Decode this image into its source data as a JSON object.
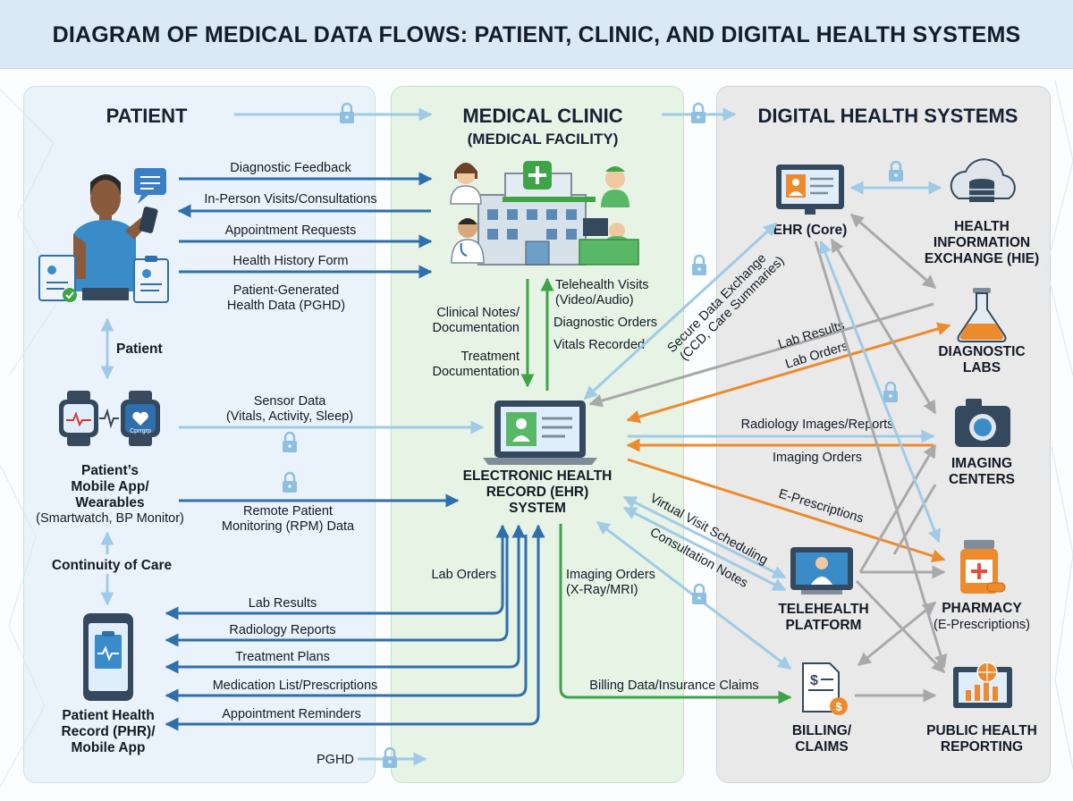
{
  "title": "DIAGRAM OF MEDICAL DATA FLOWS: PATIENT, CLINIC, AND DIGITAL HEALTH SYSTEMS",
  "columns": {
    "patient": "PATIENT",
    "clinic_line1": "MEDICAL CLINIC",
    "clinic_line2": "(MEDICAL FACILITY)",
    "digital": "DIGITAL HEALTH SYSTEMS"
  },
  "patient_nodes": {
    "patient_label": "Patient",
    "wearable_l1": "Patient’s",
    "wearable_l2": "Mobile App/",
    "wearable_l3": "Wearables",
    "wearable_l4": "(Smartwatch, BP Monitor)",
    "watch_text": "Cprrgrp",
    "continuity": "Continuity of Care",
    "phr_l1": "Patient Health",
    "phr_l2": "Record (PHR)/",
    "phr_l3": "Mobile App"
  },
  "clinic_nodes": {
    "ehr_l1": "ELECTRONIC HEALTH",
    "ehr_l2": "RECORD (EHR)",
    "ehr_l3": "SYSTEM"
  },
  "digital_nodes": {
    "ehr_core": "EHR (Core)",
    "hie_l1": "HEALTH",
    "hie_l2": "INFORMATION",
    "hie_l3": "EXCHANGE (HIE)",
    "labs_l1": "DIAGNOSTIC",
    "labs_l2": "LABS",
    "imaging_l1": "IMAGING",
    "imaging_l2": "CENTERS",
    "pharmacy_l1": "PHARMACY",
    "pharmacy_l2": "(E-Prescriptions)",
    "tele_l1": "TELEHEALTH",
    "tele_l2": "PLATFORM",
    "billing_l1": "BILLING/",
    "billing_l2": "CLAIMS",
    "public_l1": "PUBLIC HEALTH",
    "public_l2": "REPORTING"
  },
  "flows": {
    "diagnostic_feedback": "Diagnostic Feedback",
    "in_person": "In-Person Visits/Consultations",
    "appointment_requests": "Appointment Requests",
    "health_history": "Health History Form",
    "pghd_l1": "Patient-Generated",
    "pghd_l2": "Health Data (PGHD)",
    "clinical_notes_l1": "Clinical Notes/",
    "clinical_notes_l2": "Documentation",
    "treatment_doc_l1": "Treatment",
    "treatment_doc_l2": "Documentation",
    "telehealth_visits_l1": "Telehealth Visits",
    "telehealth_visits_l2": "(Video/Audio)",
    "diagnostic_orders": "Diagnostic Orders",
    "vitals_recorded": "Vitals Recorded",
    "sensor_l1": "Sensor Data",
    "sensor_l2": "(Vitals, Activity, Sleep)",
    "rpm_l1": "Remote Patient",
    "rpm_l2": "Monitoring (RPM) Data",
    "lab_orders_clinic": "Lab Orders",
    "imaging_orders_l1": "Imaging Orders",
    "imaging_orders_l2": "(X-Ray/MRI)",
    "lab_results_phr": "Lab Results",
    "radiology_reports": "Radiology Reports",
    "treatment_plans": "Treatment Plans",
    "medication_list": "Medication List/Prescriptions",
    "appointment_reminders": "Appointment Reminders",
    "pghd_bottom": "PGHD",
    "billing_data": "Billing Data/Insurance Claims",
    "secure_l1": "Secure Data Exchange",
    "secure_l2": "(CCD, Care Summaries)",
    "lab_results_digital": "Lab Results",
    "lab_orders_digital": "Lab Orders",
    "radiology_images": "Radiology Images/Reports",
    "imaging_orders_digital": "Imaging Orders",
    "e_prescriptions": "E-Prescriptions",
    "virtual_visit": "Virtual Visit Scheduling",
    "consultation_notes": "Consultation Notes"
  },
  "colors": {
    "blue": "#2f6fab",
    "light_blue": "#9fcbe6",
    "green": "#3fa447",
    "orange": "#ee8a2e",
    "gray": "#a9a9a9"
  }
}
